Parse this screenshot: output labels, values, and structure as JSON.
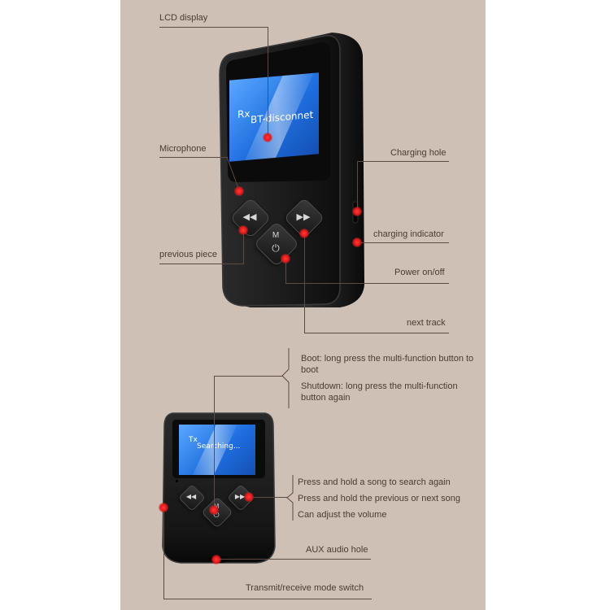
{
  "labels": {
    "lcd_display": "LCD display",
    "microphone": "Microphone",
    "charging_hole": "Charging hole",
    "charging_indicator": "charging indicator",
    "previous_piece": "previous piece",
    "power_on_off": "Power on/off",
    "next_track": "next track",
    "boot": "Boot: long press the multi-function button to boot",
    "shutdown": "Shutdown: long press the multi-function button again",
    "press_hold_search": "Press and hold a song to search again",
    "press_hold_prev_next": "Press and hold the previous or next song",
    "adjust_volume": "Can adjust the volume",
    "aux_hole": "AUX audio hole",
    "mode_switch": "Transmit/receive mode switch"
  },
  "device_top": {
    "screen_mode": "Rx",
    "screen_status": "BT-disconnet",
    "button_center": "M",
    "prev_icon": "rewind-icon",
    "next_icon": "fast-forward-icon",
    "power_icon": "power-icon"
  },
  "device_bottom": {
    "screen_mode": "Tx",
    "screen_status": "Searching...",
    "button_center": "M"
  },
  "colors": {
    "background": "#cfc0b6",
    "marker": "#e31a1a",
    "lcd": "#2f7ff0",
    "device_body": "#1b1b1b"
  }
}
